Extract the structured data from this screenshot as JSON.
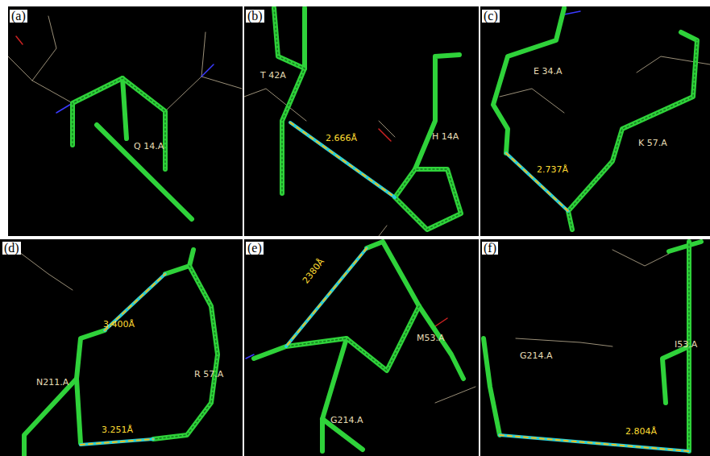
{
  "diagram": {
    "labels": [
      "(a)",
      "(b)",
      "(c)",
      "(d)",
      "(e)",
      "(f)",
      "Q 14.A",
      "T 42A",
      "2.666Å",
      "H 14A",
      "E 34.A",
      "2.737Å",
      "K 57.A",
      "3.400Å",
      "N211.A",
      "R 57.A",
      "3.251Å",
      "2380Å",
      "M53.A",
      "G214.A",
      "G214.A",
      "I53.A",
      "2.804Å"
    ]
  }
}
